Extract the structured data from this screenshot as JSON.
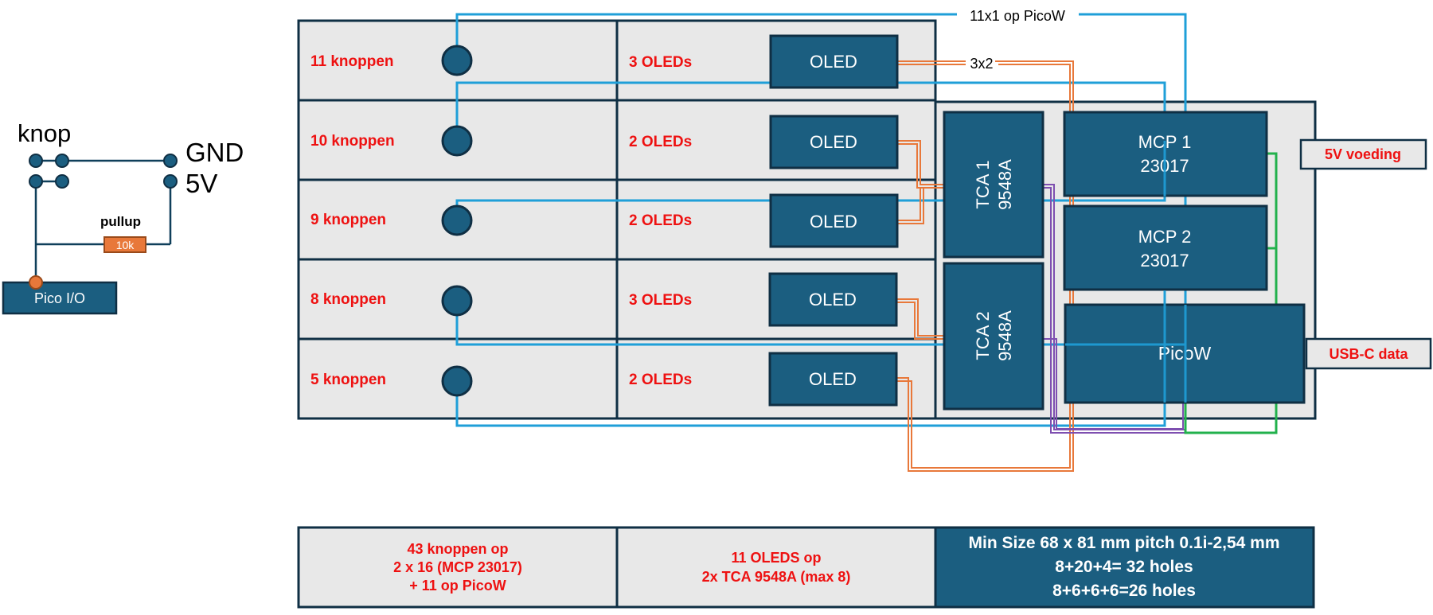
{
  "schematic": {
    "knop_label": "knop",
    "gnd_label": "GND",
    "v5_label": "5V",
    "pullup_label": "pullup",
    "resistor_value": "10k",
    "pico_io_label": "Pico I/O"
  },
  "rows": [
    {
      "buttons": "11 knoppen",
      "oleds": "3 OLEDs",
      "oled_box": "OLED"
    },
    {
      "buttons": "10 knoppen",
      "oleds": "2 OLEDs",
      "oled_box": "OLED"
    },
    {
      "buttons": "9 knoppen",
      "oleds": "2 OLEDs",
      "oled_box": "OLED"
    },
    {
      "buttons": "8 knoppen",
      "oleds": "3 OLEDs",
      "oled_box": "OLED"
    },
    {
      "buttons": "5 knoppen",
      "oleds": "2 OLEDs",
      "oled_box": "OLED"
    }
  ],
  "wire_labels": {
    "picow_wire": "11x1 op PicoW",
    "oled_wire": "3x2"
  },
  "chips": {
    "tca1_line1": "TCA 1",
    "tca1_line2": "9548A",
    "tca2_line1": "TCA 2",
    "tca2_line2": "9548A",
    "mcp1_line1": "MCP 1",
    "mcp1_line2": "23017",
    "mcp2_line1": "MCP 2",
    "mcp2_line2": "23017",
    "picow": "PicoW"
  },
  "side_labels": {
    "power": "5V voeding",
    "usb": "USB-C data"
  },
  "summary": {
    "buttons_line1": "43 knoppen op",
    "buttons_line2": "2 x 16 (MCP 23017)",
    "buttons_line3": "+ 11 op PicoW",
    "oleds_line1": "11 OLEDS op",
    "oleds_line2": "2x TCA 9548A (max 8)",
    "size_line1": "Min Size  68 x 81 mm pitch 0.1i-2,54 mm",
    "size_line2": "8+20+4= 32 holes",
    "size_line3": "8+6+6+6=26 holes"
  },
  "colors": {
    "panel_fill": "#e8e8e8",
    "chip_fill": "#1b5e80",
    "outline": "#0f2f44",
    "blue_wire": "#1f9fd8",
    "orange_wire": "#e8783a",
    "purple_wire": "#7e4fb0",
    "green_wire": "#22b14c",
    "label_red": "#ee1111"
  }
}
